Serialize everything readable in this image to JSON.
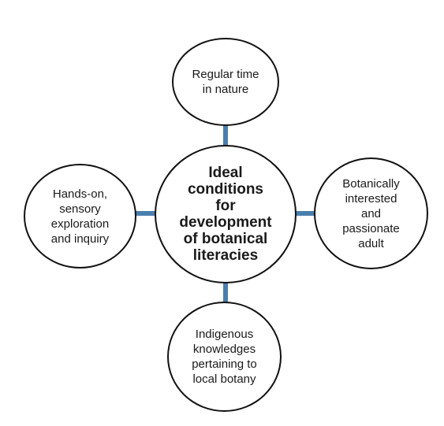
{
  "diagram": {
    "center": {
      "label": "Ideal\nconditions\nfor\ndevelopment\nof botanical\nliteracies"
    },
    "top": {
      "label": "Regular time\nin nature"
    },
    "right": {
      "label": "Botanically\ninterested\nand\npassionate\nadult"
    },
    "bottom": {
      "label": "Indigenous\nknowledges\npertaining to\nlocal botany"
    },
    "left": {
      "label": "Hands-on,\nsensory\nexploration\nand inquiry"
    }
  },
  "colors": {
    "connector": "#4a7fad",
    "circle_border": "#111111",
    "text": "#1a1a1a"
  }
}
